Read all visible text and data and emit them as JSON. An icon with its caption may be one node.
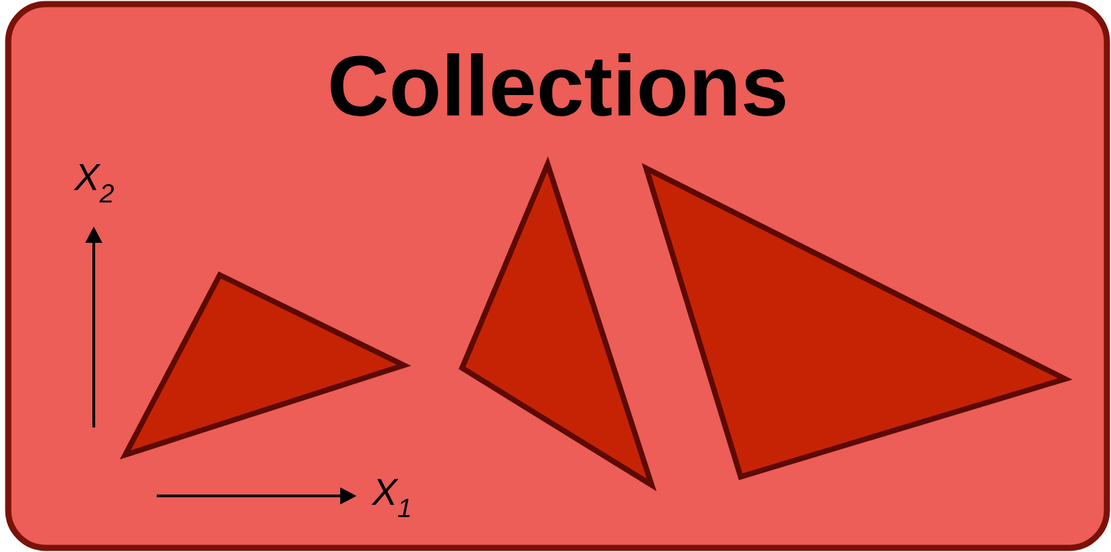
{
  "diagram": {
    "title": "Collections",
    "nodes": [
      {
        "text": [],
        "shape": "triangle"
      },
      {
        "text": [],
        "shape": "triangle"
      },
      {
        "text": [],
        "shape": "triangle"
      }
    ],
    "labels": [
      "X$_{2}$",
      "X$_{1}$"
    ]
  }
}
